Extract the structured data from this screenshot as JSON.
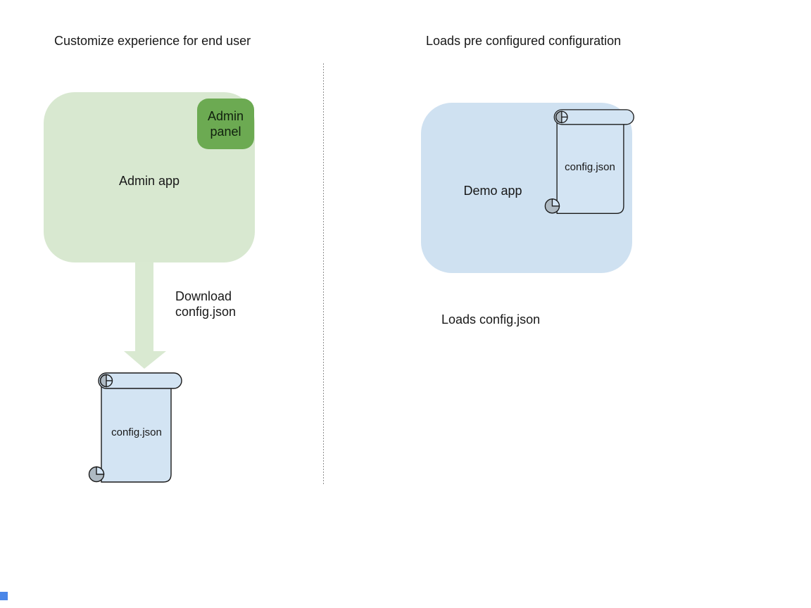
{
  "diagram": {
    "left": {
      "title": "Customize experience for end user",
      "admin_app_label": "Admin app",
      "admin_panel_label": "Admin panel",
      "arrow_label": "Download config.json",
      "config_file_label": "config.json"
    },
    "right": {
      "title": "Loads pre configured configuration",
      "demo_app_label": "Demo app",
      "config_file_label": "config.json",
      "caption": "Loads config.json"
    },
    "colors": {
      "admin_app_fill": "#d8e8d0",
      "admin_panel_fill": "#6caa52",
      "arrow_fill": "#d9e9d1",
      "demo_app_fill": "#cfe1f1",
      "scroll_fill": "#d3e4f3",
      "scroll_curl_gray": "#aeb9c2",
      "divider_color": "#8f8f8f",
      "artifact_blue": "#4a86e8"
    }
  }
}
